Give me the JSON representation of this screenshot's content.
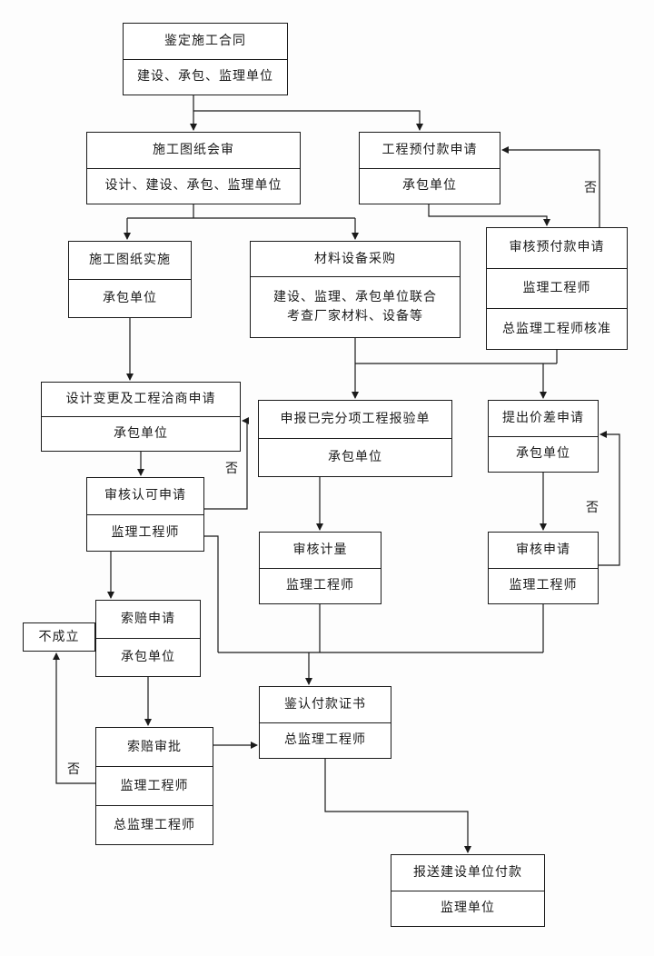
{
  "page": {
    "background": "#fdfdfd",
    "line_color": "#1a1a1a",
    "text_color": "#1a1a1a"
  },
  "nodes": {
    "contract": {
      "title": "鉴定施工合同",
      "body": "建设、承包、监理单位"
    },
    "drawing_review": {
      "title": "施工图纸会审",
      "body": "设计、建设、承包、监理单位"
    },
    "prepayment_request": {
      "title": "工程预付款申请",
      "body": "承包单位"
    },
    "prepayment_review": {
      "title": "审核预付款申请",
      "row2": "监理工程师",
      "row3": "总监理工程师核准"
    },
    "drawing_implementation": {
      "title": "施工图纸实施",
      "body": "承包单位"
    },
    "material_procurement": {
      "title": "材料设备采购",
      "body1": "建设、监理、承包单位联合",
      "body2": "考查厂家材料、设备等"
    },
    "design_change_request": {
      "title": "设计变更及工程洽商申请",
      "body": "承包单位"
    },
    "inspection_form": {
      "title": "申报已完分项工程报验单",
      "body": "承包单位"
    },
    "price_diff_request": {
      "title": "提出价差申请",
      "body": "承包单位"
    },
    "approval_review": {
      "title": "审核认可申请",
      "body": "监理工程师"
    },
    "measurement_review": {
      "title": "审核计量",
      "body": "监理工程师"
    },
    "request_review": {
      "title": "审核申请",
      "body": "监理工程师"
    },
    "claim_request": {
      "title": "索赔申请",
      "body": "承包单位"
    },
    "not_established": {
      "title": "不成立"
    },
    "payment_certificate": {
      "title": "鉴认付款证书",
      "body": "总监理工程师"
    },
    "claim_approval": {
      "title": "索赔审批",
      "row2": "监理工程师",
      "row3": "总监理工程师"
    },
    "submit_payment": {
      "title": "报送建设单位付款",
      "body": "监理单位"
    }
  },
  "labels": {
    "no1": "否",
    "no2": "否",
    "no3": "否",
    "no4": "否"
  }
}
